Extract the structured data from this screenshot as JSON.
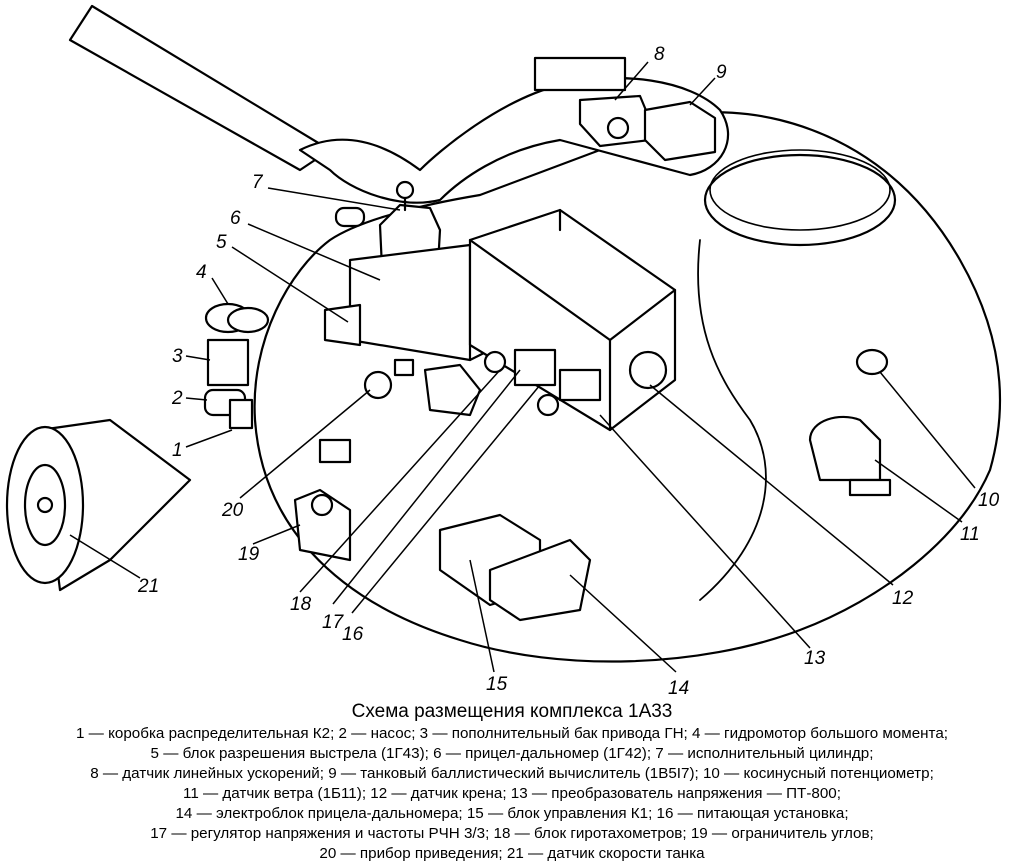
{
  "figure": {
    "title": "Схема размещения комплекса 1А33",
    "legend_lines": [
      "1 — коробка распределительная К2; 2 — насос; 3 — пополнительный бак привода ГН; 4 — гидромотор большого момента;",
      "5 — блок разрешения выстрела (1Г43); 6 — прицел-дальномер (1Г42); 7 — исполнительный цилиндр;",
      "8 — датчик линейных ускорений; 9 — танковый баллистический вычислитель (1В5І7); 10 — косинусный потенциометр;",
      "11 — датчик ветра (1Б11); 12 — датчик крена; 13 — преобразователь напряжения — ПТ-800;",
      "14 — электроблок прицела-дальномера; 15 — блок управления К1; 16 — питающая установка;",
      "17 — регулятор напряжения и частоты РЧН 3/3; 18 — блок гиротахометров; 19 — ограничитель углов;",
      "20 — прибор приведения; 21 — датчик скорости танка"
    ],
    "callouts": [
      "1",
      "2",
      "3",
      "4",
      "5",
      "6",
      "7",
      "8",
      "9",
      "10",
      "11",
      "12",
      "13",
      "14",
      "15",
      "16",
      "17",
      "18",
      "19",
      "20",
      "21"
    ]
  }
}
